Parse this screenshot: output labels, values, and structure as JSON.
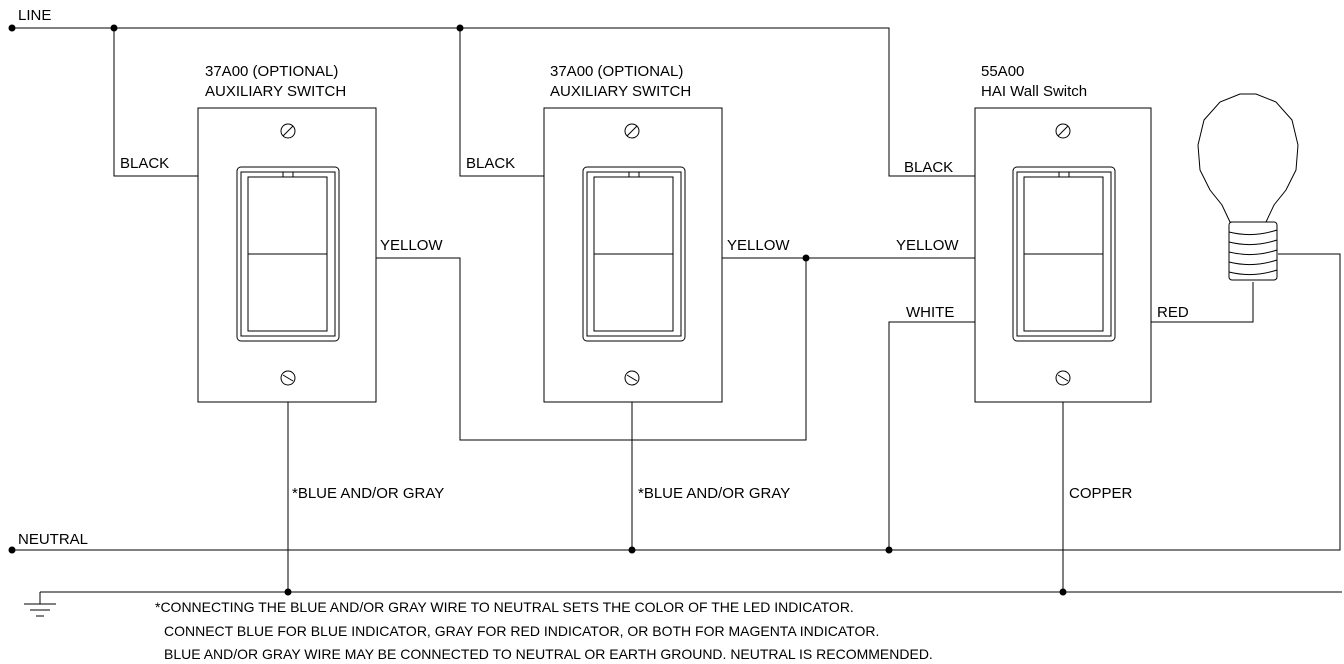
{
  "wires": {
    "line": "LINE",
    "neutral": "NEUTRAL"
  },
  "switches": [
    {
      "model": "37A00 (OPTIONAL)",
      "type": "AUXILIARY SWITCH",
      "wire_black": "BLACK",
      "wire_yellow": "YELLOW",
      "wire_led": "*BLUE AND/OR GRAY"
    },
    {
      "model": "37A00 (OPTIONAL)",
      "type": "AUXILIARY SWITCH",
      "wire_black": "BLACK",
      "wire_yellow": "YELLOW",
      "wire_led": "*BLUE AND/OR GRAY"
    },
    {
      "model": "55A00",
      "type": "HAI Wall Switch",
      "wire_black": "BLACK",
      "wire_yellow": "YELLOW",
      "wire_white": "WHITE",
      "wire_red": "RED",
      "wire_copper": "COPPER"
    }
  ],
  "notes": [
    "*CONNECTING THE BLUE AND/OR GRAY WIRE TO NEUTRAL SETS THE COLOR OF THE LED INDICATOR.",
    "CONNECT BLUE FOR BLUE INDICATOR, GRAY FOR RED INDICATOR, OR BOTH FOR MAGENTA INDICATOR.",
    "BLUE AND/OR GRAY WIRE MAY BE CONNECTED TO NEUTRAL OR EARTH GROUND.  NEUTRAL IS RECOMMENDED."
  ]
}
